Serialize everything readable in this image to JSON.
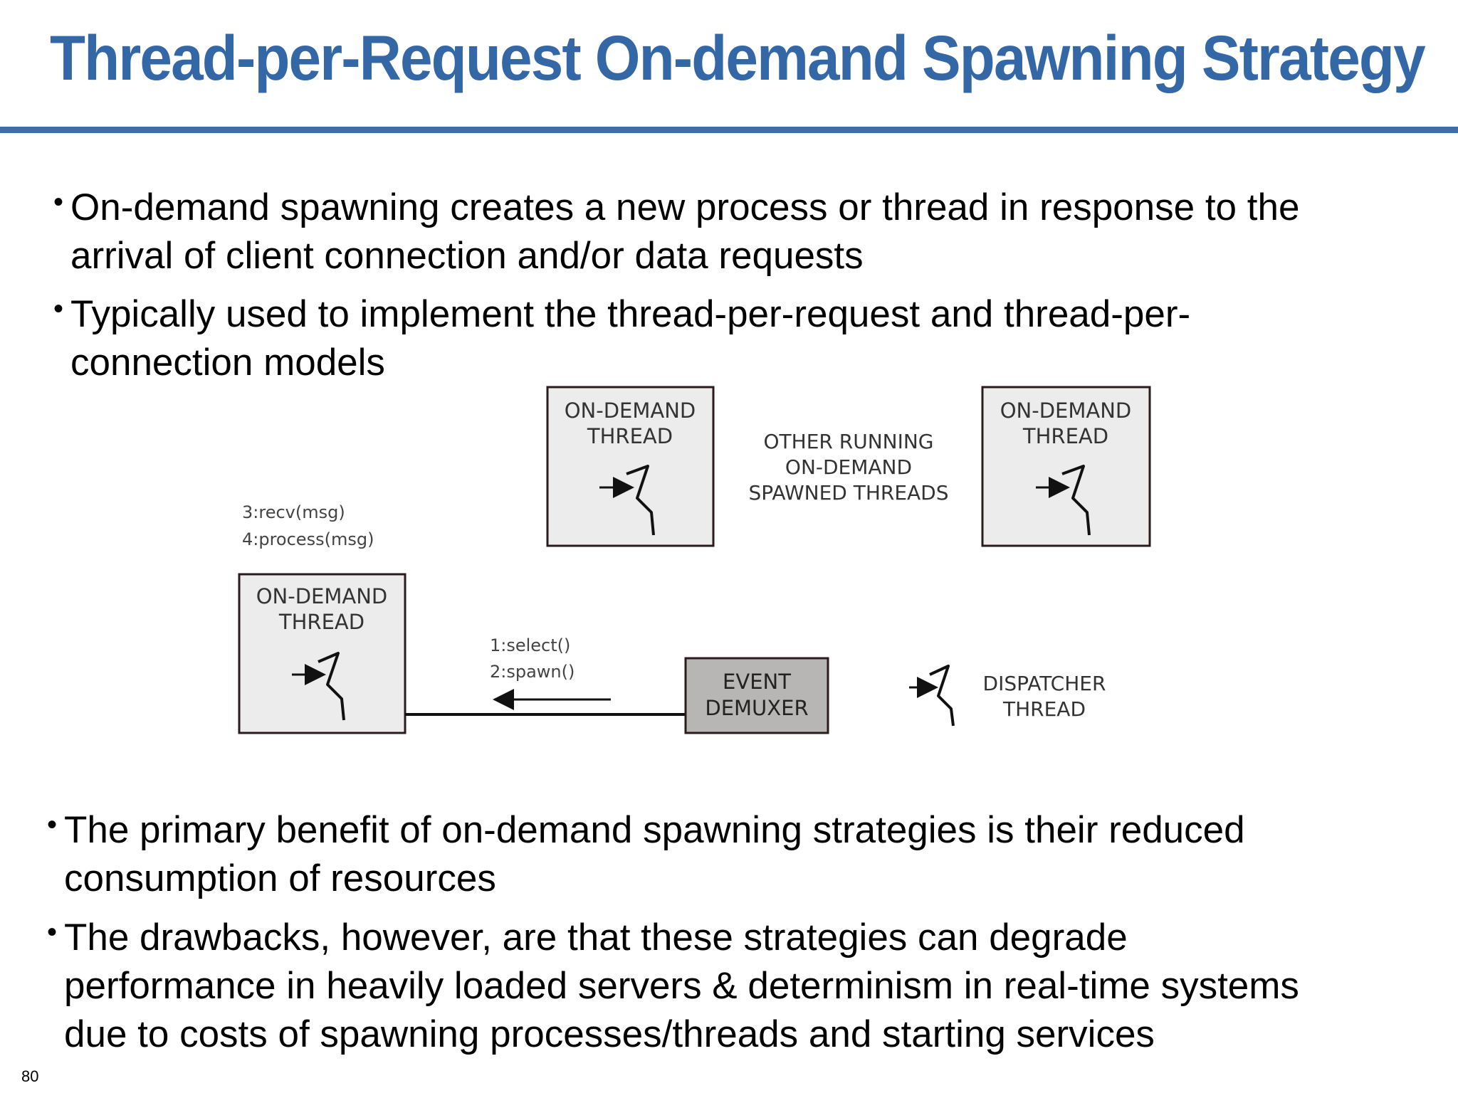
{
  "slide": {
    "title": "Thread-per-Request On-demand Spawning Strategy",
    "page_number": "80",
    "bullets_top": [
      {
        "line1": "On-demand spawning creates a new process or thread in response to the",
        "line2": "arrival of client connection and/or data requests"
      },
      {
        "line1": "Typically used to implement the thread-per-request and thread-per-",
        "line2": "connection models"
      }
    ],
    "bullets_bottom": [
      {
        "lines": [
          "The primary benefit of on-demand spawning strategies is their reduced",
          "consumption of resources"
        ]
      },
      {
        "lines": [
          "The drawbacks, however, are that these strategies can degrade",
          "performance in heavily loaded servers & determinism in real-time systems",
          "due to costs of spawning processes/threads and starting services"
        ]
      }
    ]
  },
  "diagram": {
    "thread_top_left": {
      "line1": "ON-DEMAND",
      "line2": "THREAD"
    },
    "thread_top_right": {
      "line1": "ON-DEMAND",
      "line2": "THREAD"
    },
    "thread_left": {
      "line1": "ON-DEMAND",
      "line2": "THREAD"
    },
    "other_running": {
      "line1": "OTHER RUNNING",
      "line2": "ON-DEMAND",
      "line3": "SPAWNED THREADS"
    },
    "recv_label": {
      "line1": "3:recv(msg)",
      "line2": "4:process(msg)"
    },
    "select_label": {
      "line1": "1:select()",
      "line2": "2:spawn()"
    },
    "event_demuxer": {
      "line1": "EVENT",
      "line2": "DEMUXER"
    },
    "dispatcher": {
      "line1": "DISPATCHER",
      "line2": "THREAD"
    },
    "colors": {
      "thread_box": "#ECECEC",
      "demuxer_box": "#B8B5B5",
      "box_border": "#2B1B1B"
    }
  }
}
